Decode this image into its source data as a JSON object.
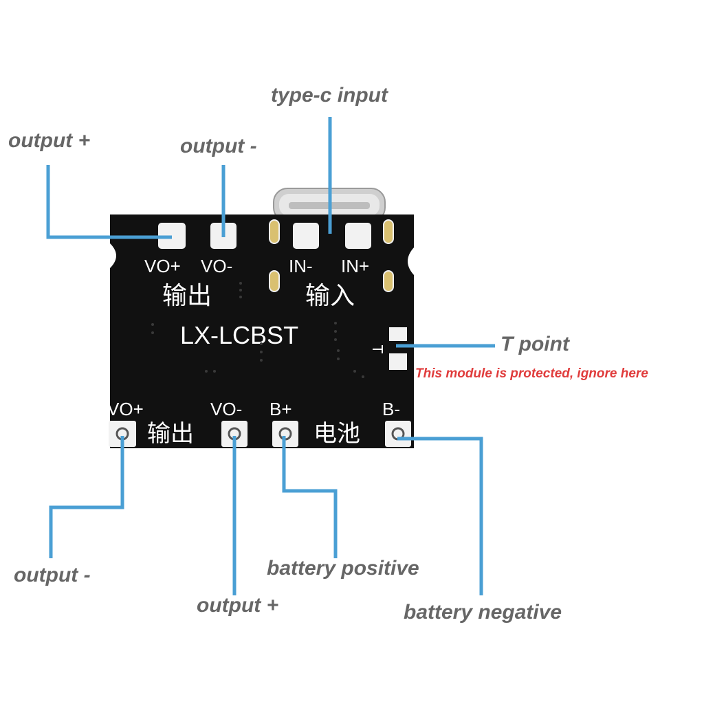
{
  "labels": {
    "type_c_input": "type-c input",
    "top_output_plus": "output +",
    "top_output_minus": "output -",
    "t_point": "T point",
    "t_point_note": "This module is protected, ignore here",
    "bottom_output_minus": "output -",
    "bottom_output_plus": "output +",
    "battery_positive": "battery positive",
    "battery_negative": "battery negative"
  },
  "silkscreen": {
    "top_vo_plus": "VO+",
    "top_vo_minus": "VO-",
    "top_output_cn": "输出",
    "in_minus": "IN-",
    "in_plus": "IN+",
    "input_cn": "输入",
    "model": "LX-LCBST",
    "bottom_vo_plus": "VO+",
    "bottom_output_cn": "输出",
    "bottom_vo_minus": "VO-",
    "b_plus": "B+",
    "battery_cn": "电池",
    "b_minus": "B-"
  },
  "colors": {
    "board": "#111111",
    "pad": "#f2f2f2",
    "leader": "#4a9fd4",
    "label": "#666666",
    "note": "#e03c3c"
  }
}
